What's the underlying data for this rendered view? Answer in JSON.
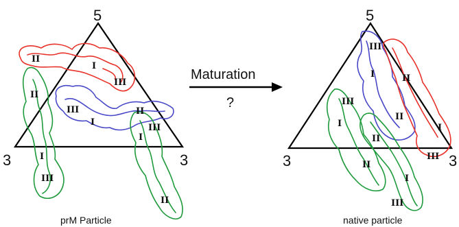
{
  "colors": {
    "red": "#e8322b",
    "green": "#1f9a3c",
    "blue": "#4848c8",
    "black": "#000000"
  },
  "left": {
    "vertex_top": "5",
    "vertex_left": "3",
    "vertex_right": "3",
    "caption": "prM Particle",
    "domains": {
      "red_I": "I",
      "red_II": "II",
      "red_III": "III",
      "blue_I": "I",
      "blue_II": "II",
      "blue_III": "III",
      "green_I": "I",
      "green_II": "II",
      "green_III": "III",
      "green2_I": "I",
      "green2_II": "II",
      "green2_III": "III"
    }
  },
  "arrow": {
    "label": "Maturation",
    "sub": "?"
  },
  "right": {
    "vertex_top": "5",
    "vertex_left": "3",
    "vertex_right": "3",
    "caption": "native particle",
    "domains": {
      "blue_III": "III",
      "blue_I": "I",
      "blue_II": "II",
      "red_II": "II",
      "red_I": "I",
      "red_III": "III",
      "green_III": "III",
      "green_I": "I",
      "green_II": "II",
      "green2_II": "II",
      "green2_I": "I",
      "green2_III": "III"
    }
  }
}
